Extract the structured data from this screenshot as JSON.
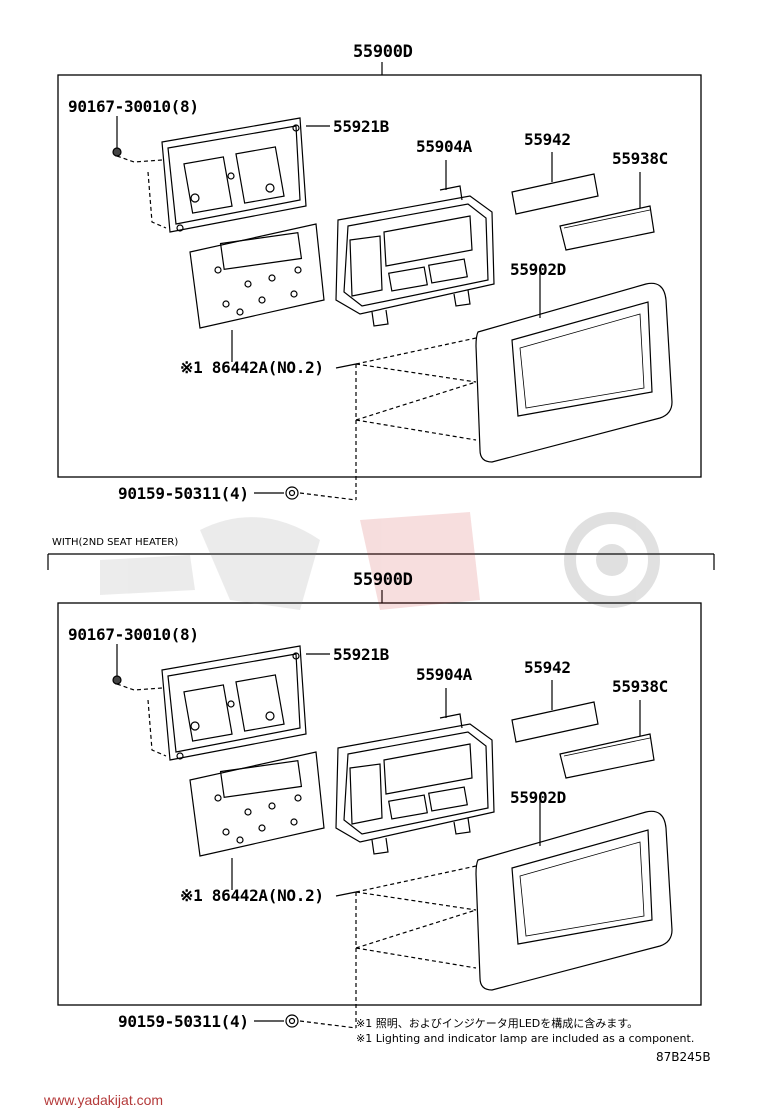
{
  "diagrams": [
    {
      "assembly": "55900D",
      "screw": "90167-30010(8)",
      "bracket": "55921B",
      "board": "※1 86442A(NO.2)",
      "control": "55904A",
      "label_plate": "55942",
      "cover": "55938C",
      "panel": "55902D",
      "bolt": "90159-50311(4)"
    },
    {
      "section_label": "WITH(2ND SEAT HEATER)",
      "assembly": "55900D",
      "screw": "90167-30010(8)",
      "bracket": "55921B",
      "board": "※1 86442A(NO.2)",
      "control": "55904A",
      "label_plate": "55942",
      "cover": "55938C",
      "panel": "55902D",
      "bolt": "90159-50311(4)"
    }
  ],
  "notes": {
    "jp": "※1 照明、およびインジケータ用LEDを構成に含みます。",
    "en": "※1 Lighting and indicator lamp are included as a component."
  },
  "figure_code": "87B245B",
  "watermark_url": "www.yadakijat.com"
}
